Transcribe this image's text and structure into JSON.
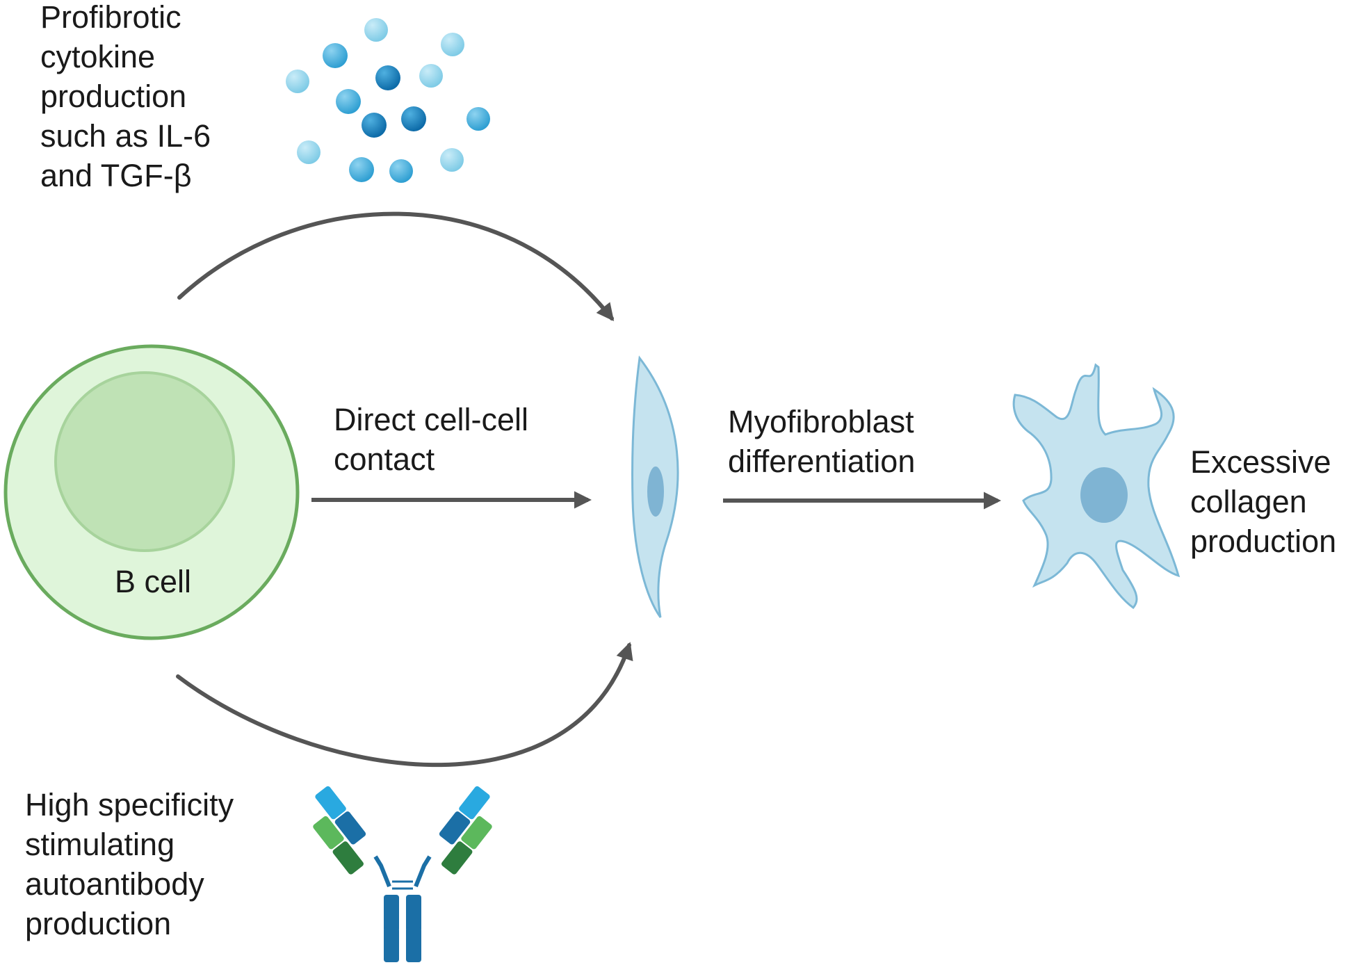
{
  "labels": {
    "cytokine": [
      "Profibrotic",
      "cytokine",
      "production",
      "such as IL-6",
      "and  TGF-β"
    ],
    "b_cell": "B cell",
    "contact": [
      "Direct cell-cell",
      "contact"
    ],
    "differentiation": [
      "Myofibroblast",
      "differentiation"
    ],
    "collagen": [
      "Excessive",
      "collagen",
      "production"
    ],
    "autoantibody": [
      "High specificity",
      "stimulating",
      "autoantibody",
      "production"
    ]
  },
  "colors": {
    "b_cell_outer_fill": "#dff5da",
    "b_cell_outer_stroke": "#6aab5e",
    "b_cell_nucleus_fill": "#bfe2b5",
    "b_cell_nucleus_stroke": "#a7d39c",
    "fibroblast_fill": "#c5e3ef",
    "fibroblast_stroke": "#7cb8d6",
    "nucleus_fill": "#7fb4d3",
    "arrow": "#555555",
    "cytokine_light": "#7fcbe6",
    "cytokine_mid": "#3ba6d6",
    "cytokine_dark": "#1377b8",
    "antibody_heavy": "#1b6fa6",
    "antibody_light_blue": "#29a9e0",
    "antibody_light_green": "#5cb85c",
    "antibody_dark_green": "#2e7d3e"
  }
}
